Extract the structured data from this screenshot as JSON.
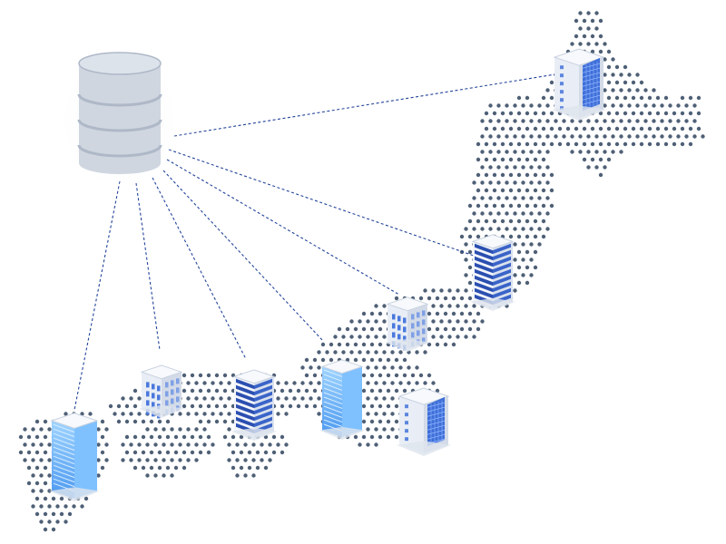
{
  "colors": {
    "background": "#ffffff",
    "map_dot": "#4f6076",
    "link_line": "#23449a",
    "database_body": "#cfd6e0",
    "database_band": "#aeb8c7",
    "building_light_blue": "#6fb8ff",
    "building_dark_blue": "#2b4fb0",
    "building_white": "#eef2f8"
  },
  "diagram": {
    "hub": {
      "name": "database",
      "icon": "database-cylinder-icon"
    },
    "nodes": [
      {
        "name": "hokkaido-building",
        "icon": "office-tower-grid-icon",
        "style": "white-grid"
      },
      {
        "name": "tohoku-building",
        "icon": "office-tower-striped-icon",
        "style": "dark-stripes"
      },
      {
        "name": "kanto-building",
        "icon": "office-block-icon",
        "style": "white-block"
      },
      {
        "name": "chubu-building",
        "icon": "office-tower-grid-icon",
        "style": "white-grid"
      },
      {
        "name": "kansai-building",
        "icon": "office-tower-glass-icon",
        "style": "light-glass"
      },
      {
        "name": "chugoku-building",
        "icon": "office-tower-striped-icon",
        "style": "dark-stripes"
      },
      {
        "name": "shikoku-building",
        "icon": "office-block-icon",
        "style": "white-block"
      },
      {
        "name": "kyushu-building",
        "icon": "office-tower-glass-icon",
        "style": "light-glass"
      }
    ],
    "links": [
      "hokkaido-building",
      "tohoku-building",
      "kanto-building",
      "kansai-building",
      "chugoku-building",
      "shikoku-building",
      "kyushu-building"
    ]
  }
}
